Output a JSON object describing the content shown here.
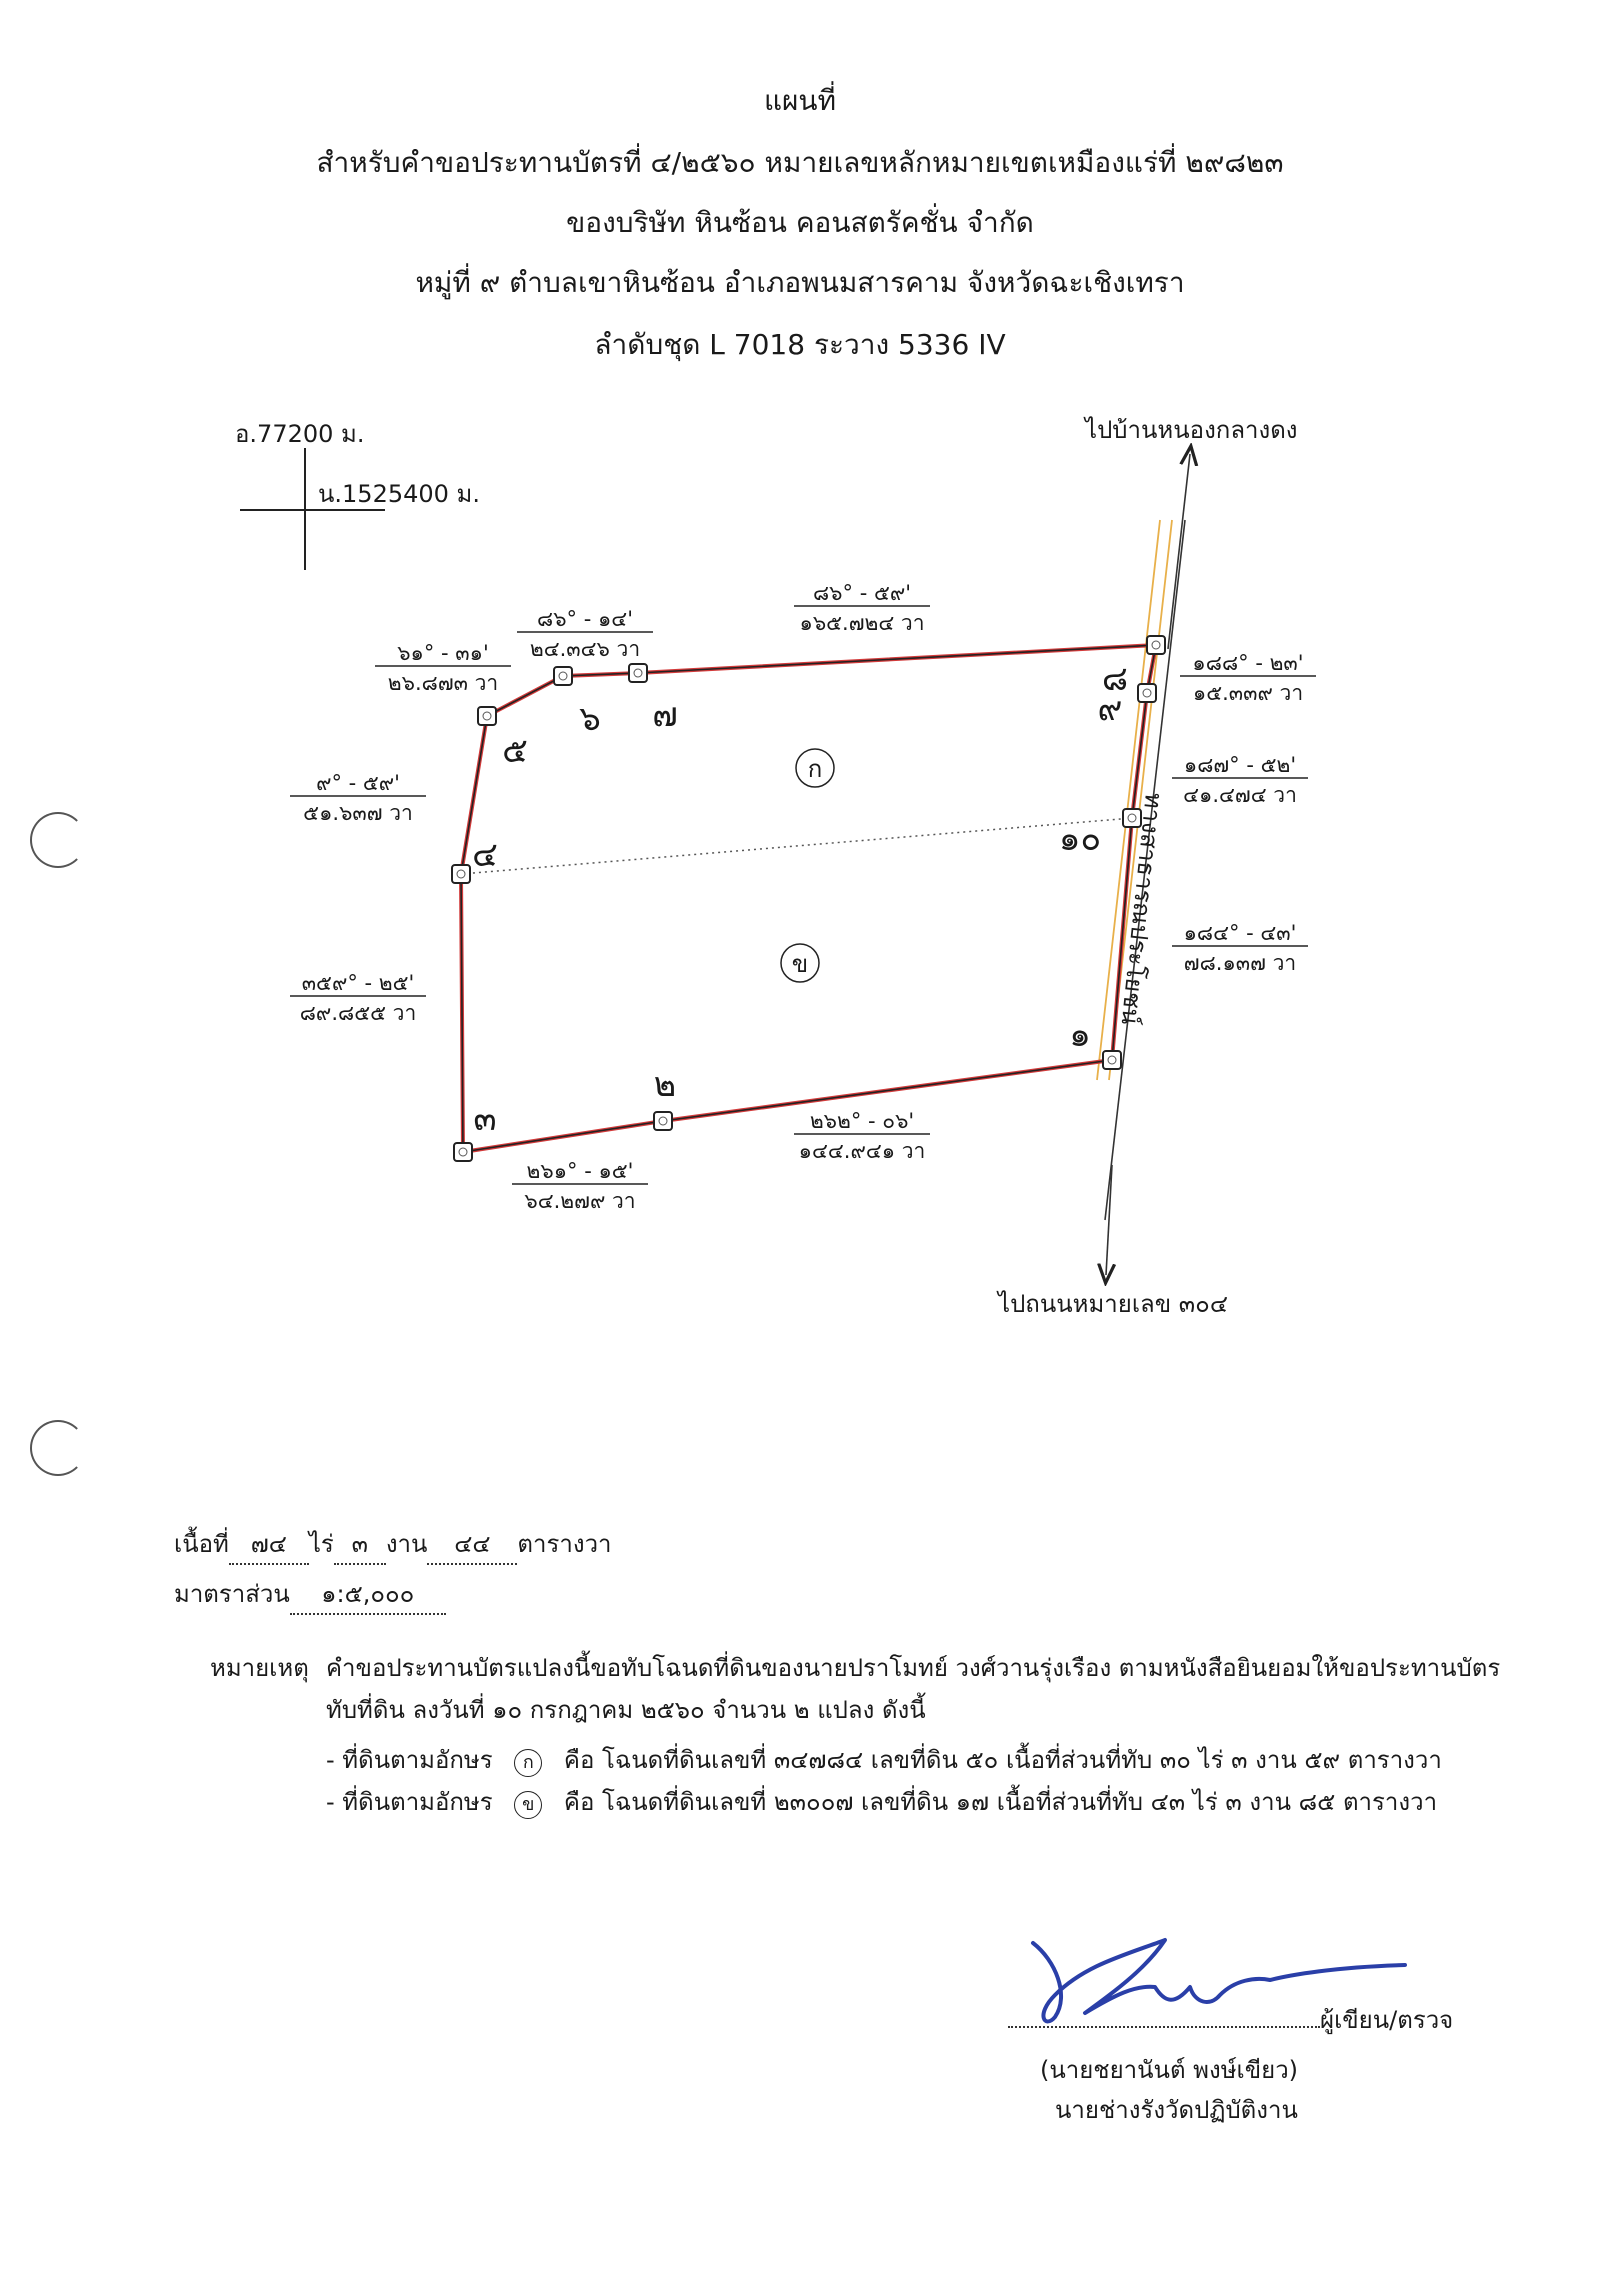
{
  "header": {
    "title": "แผนที่",
    "line1": "สำหรับคำขอประทานบัตรที่ ๔/๒๕๖๐  หมายเลขหลักหมายเขตเหมืองแร่ที่ ๒๙๘๒๓",
    "line2": "ของบริษัท หินซ้อน คอนสตรัคชั่น จำกัด",
    "line3": "หมู่ที่ ๙ ตำบลเขาหินซ้อน  อำเภอพนมสารคาม  จังหวัดฉะเชิงเทรา",
    "line4": "ลำดับชุด  L 7018  ระวาง  5336 IV"
  },
  "grid_ref": {
    "easting": "อ.77200 ม.",
    "northing": "น.1525400 ม."
  },
  "road": {
    "north_dest": "ไปบ้านหนองกลางดง",
    "south_dest": "ไปถนนหมายเลข ๓๐๔",
    "name": "ทางสาธารณประโยชน์"
  },
  "parcels": {
    "a": "ก",
    "b": "ข"
  },
  "points": [
    "๑",
    "๒",
    "๓",
    "๔",
    "๕",
    "๖",
    "๗",
    "๘",
    "๙",
    "๑๐"
  ],
  "bearings": [
    {
      "angle": "๒๖๒° - ๐๖'",
      "dist": "๑๔๔.๙๔๑ วา"
    },
    {
      "angle": "๒๖๑° - ๑๕'",
      "dist": "๖๔.๒๗๙ วา"
    },
    {
      "angle": "๓๕๙° - ๒๕'",
      "dist": "๘๙.๘๕๕ วา"
    },
    {
      "angle": "๙° - ๕๙'",
      "dist": "๕๑.๖๓๗ วา"
    },
    {
      "angle": "๖๑° - ๓๑'",
      "dist": "๒๖.๘๗๓ วา"
    },
    {
      "angle": "๘๖° - ๑๔'",
      "dist": "๒๔.๓๔๖ วา"
    },
    {
      "angle": "๘๖° - ๕๙'",
      "dist": "๑๖๕.๗๒๔ วา"
    },
    {
      "angle": "๑๘๘° - ๒๓'",
      "dist": "๑๕.๓๓๙ วา"
    },
    {
      "angle": "๑๘๗° - ๕๒'",
      "dist": "๔๑.๔๗๔ วา"
    },
    {
      "angle": "๑๘๔° - ๔๓'",
      "dist": "๗๘.๑๓๗ วา"
    }
  ],
  "area": {
    "label": "เนื้อที่",
    "rai_value": "๗๔",
    "rai_unit": "ไร่",
    "ngan_value": "๓",
    "ngan_unit": "งาน",
    "wa_value": "๔๔",
    "wa_unit": "ตารางวา"
  },
  "scale": {
    "label": "มาตราส่วน",
    "value": "๑:๕,๐๐๐"
  },
  "remarks": {
    "label": "หมายเหตุ",
    "text1": "คำขอประทานบัตรแปลงนี้ขอทับโฉนดที่ดินของนายปราโมทย์ วงศ์วานรุ่งเรือง ตามหนังสือยินยอมให้ขอประทานบัตร",
    "text2": "ทับที่ดิน ลงวันที่ ๑๐ กรกฎาคม ๒๕๖๐ จำนวน ๒ แปลง ดังนี้",
    "item1_pre": "- ที่ดินตามอักษร",
    "item1_mark": "ก",
    "item1_post": "คือ โฉนดที่ดินเลขที่ ๓๔๗๘๔ เลขที่ดิน ๕๐ เนื้อที่ส่วนที่ทับ ๓๐ ไร่ ๓ งาน ๕๙ ตารางวา",
    "item2_pre": "- ที่ดินตามอักษร",
    "item2_mark": "ข",
    "item2_post": "คือ โฉนดที่ดินเลขที่ ๒๓๐๐๗ เลขที่ดิน ๑๗ เนื้อที่ส่วนที่ทับ ๔๓ ไร่ ๓ งาน ๘๕ ตารางวา"
  },
  "signature": {
    "role": "ผู้เขียน/ตรวจ",
    "name": "(นายชยานันต์ พงษ์เขียว)",
    "title": "นายช่างรังวัดปฏิบัติงาน"
  }
}
